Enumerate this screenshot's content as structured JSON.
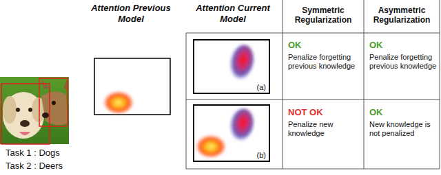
{
  "diagram": {
    "nodes": [
      {
        "text": [
          "(a)"
        ]
      },
      {
        "text": [
          "(b)"
        ]
      }
    ],
    "labels": [
      "Attention Previous Model",
      "Attention Current Model",
      "Symmetric Regularization",
      "Asymmetric Regularization",
      "OK",
      "Penalize forgetting previous knowledge",
      "OK",
      "Penalize forgetting previous knowledge",
      "NOT OK",
      "Penalize new knowledge",
      "OK",
      "New knowledge is not penalized",
      "Task 1 : Dogs",
      "Task 2 : Deers"
    ]
  }
}
